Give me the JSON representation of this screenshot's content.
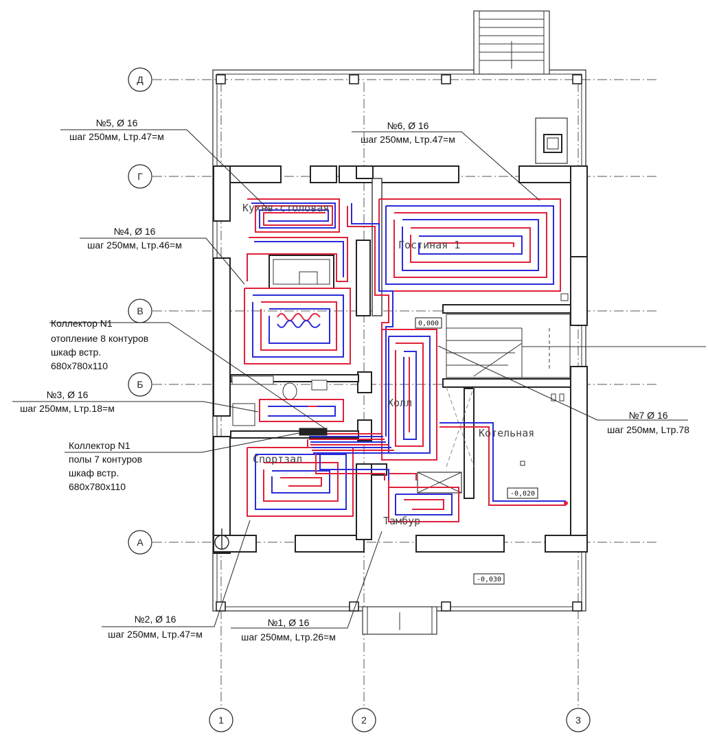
{
  "axes_letters": [
    "Д",
    "Г",
    "В",
    "Б",
    "А"
  ],
  "axes_numbers": [
    "1",
    "2",
    "3"
  ],
  "rooms": {
    "kitchen": "Кухня-столовая",
    "living": "Гостиная 1",
    "hall": "Холл",
    "boiler": "Котельная",
    "gym": "Спортзал",
    "vestibule": "Тамбур"
  },
  "levels": [
    "0,000",
    "-0,020",
    "-0,030"
  ],
  "callouts": {
    "c5": {
      "line1": "№5, Ø 16",
      "line2": "шаг 250мм, Lтр.47=м"
    },
    "c6": {
      "line1": "№6, Ø 16",
      "line2": "шаг 250мм, Lтр.47=м"
    },
    "c4": {
      "line1": "№4, Ø 16",
      "line2": "шаг 250мм, Lтр.46=м"
    },
    "k1a": {
      "line1": "Коллектор N1",
      "line2": "отопление 8 контуров",
      "line3": "шкаф встр.",
      "line4": "680х780х110"
    },
    "c3": {
      "line1": "№3, Ø 16",
      "line2": "шаг 250мм, Lтр.18=м"
    },
    "k1b": {
      "line1": "Коллектор N1",
      "line2": "полы 7 контуров",
      "line3": "шкаф встр.",
      "line4": "680х780х110"
    },
    "c7": {
      "line1": "№7 Ø 16",
      "line2": "шаг 250мм, Lтр.78"
    },
    "c2": {
      "line1": "№2, Ø 16",
      "line2": "шаг 250мм, Lтр.47=м"
    },
    "c1": {
      "line1": "№1, Ø 16",
      "line2": "шаг 250мм, Lтр.26=м"
    }
  },
  "colors": {
    "supply": "#e0203a",
    "return": "#2a2ad8",
    "walls": "#222222"
  }
}
